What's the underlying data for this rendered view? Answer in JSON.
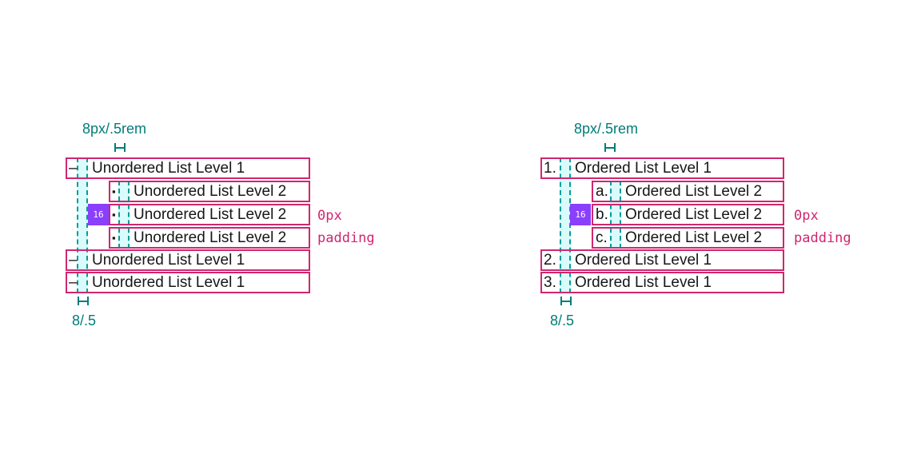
{
  "colors": {
    "magenta": "#d02670",
    "teal": "#007d79",
    "teal-border": "#009d9a",
    "teal-fill": "#d9fbfb",
    "purple": "#8a3ffc",
    "ink": "#161616",
    "bg": "#ffffff"
  },
  "diagrams": [
    {
      "name": "unordered-list-spacing",
      "top_label": "8px/.5rem",
      "bottom_label": "8/.5",
      "indent_badge": "16",
      "padding_note": {
        "line1": "0px",
        "line2": "padding"
      },
      "rows": [
        {
          "level": 1,
          "marker": "–",
          "label": "Unordered List Level 1"
        },
        {
          "level": 2,
          "marker": "▪",
          "label": "Unordered List Level 2"
        },
        {
          "level": 2,
          "marker": "▪",
          "label": "Unordered List Level 2"
        },
        {
          "level": 2,
          "marker": "▪",
          "label": "Unordered List Level 2"
        },
        {
          "level": 1,
          "marker": "–",
          "label": "Unordered List Level 1"
        },
        {
          "level": 1,
          "marker": "–",
          "label": "Unordered List Level 1"
        }
      ]
    },
    {
      "name": "ordered-list-spacing",
      "top_label": "8px/.5rem",
      "bottom_label": "8/.5",
      "indent_badge": "16",
      "padding_note": {
        "line1": "0px",
        "line2": "padding"
      },
      "rows": [
        {
          "level": 1,
          "marker": "1.",
          "label": "Ordered List Level 1"
        },
        {
          "level": 2,
          "marker": "a.",
          "label": "Ordered List Level 2"
        },
        {
          "level": 2,
          "marker": "b.",
          "label": "Ordered List Level 2"
        },
        {
          "level": 2,
          "marker": "c.",
          "label": "Ordered List Level 2"
        },
        {
          "level": 1,
          "marker": "2.",
          "label": "Ordered List Level 1"
        },
        {
          "level": 1,
          "marker": "3.",
          "label": "Ordered List Level 1"
        }
      ]
    }
  ]
}
